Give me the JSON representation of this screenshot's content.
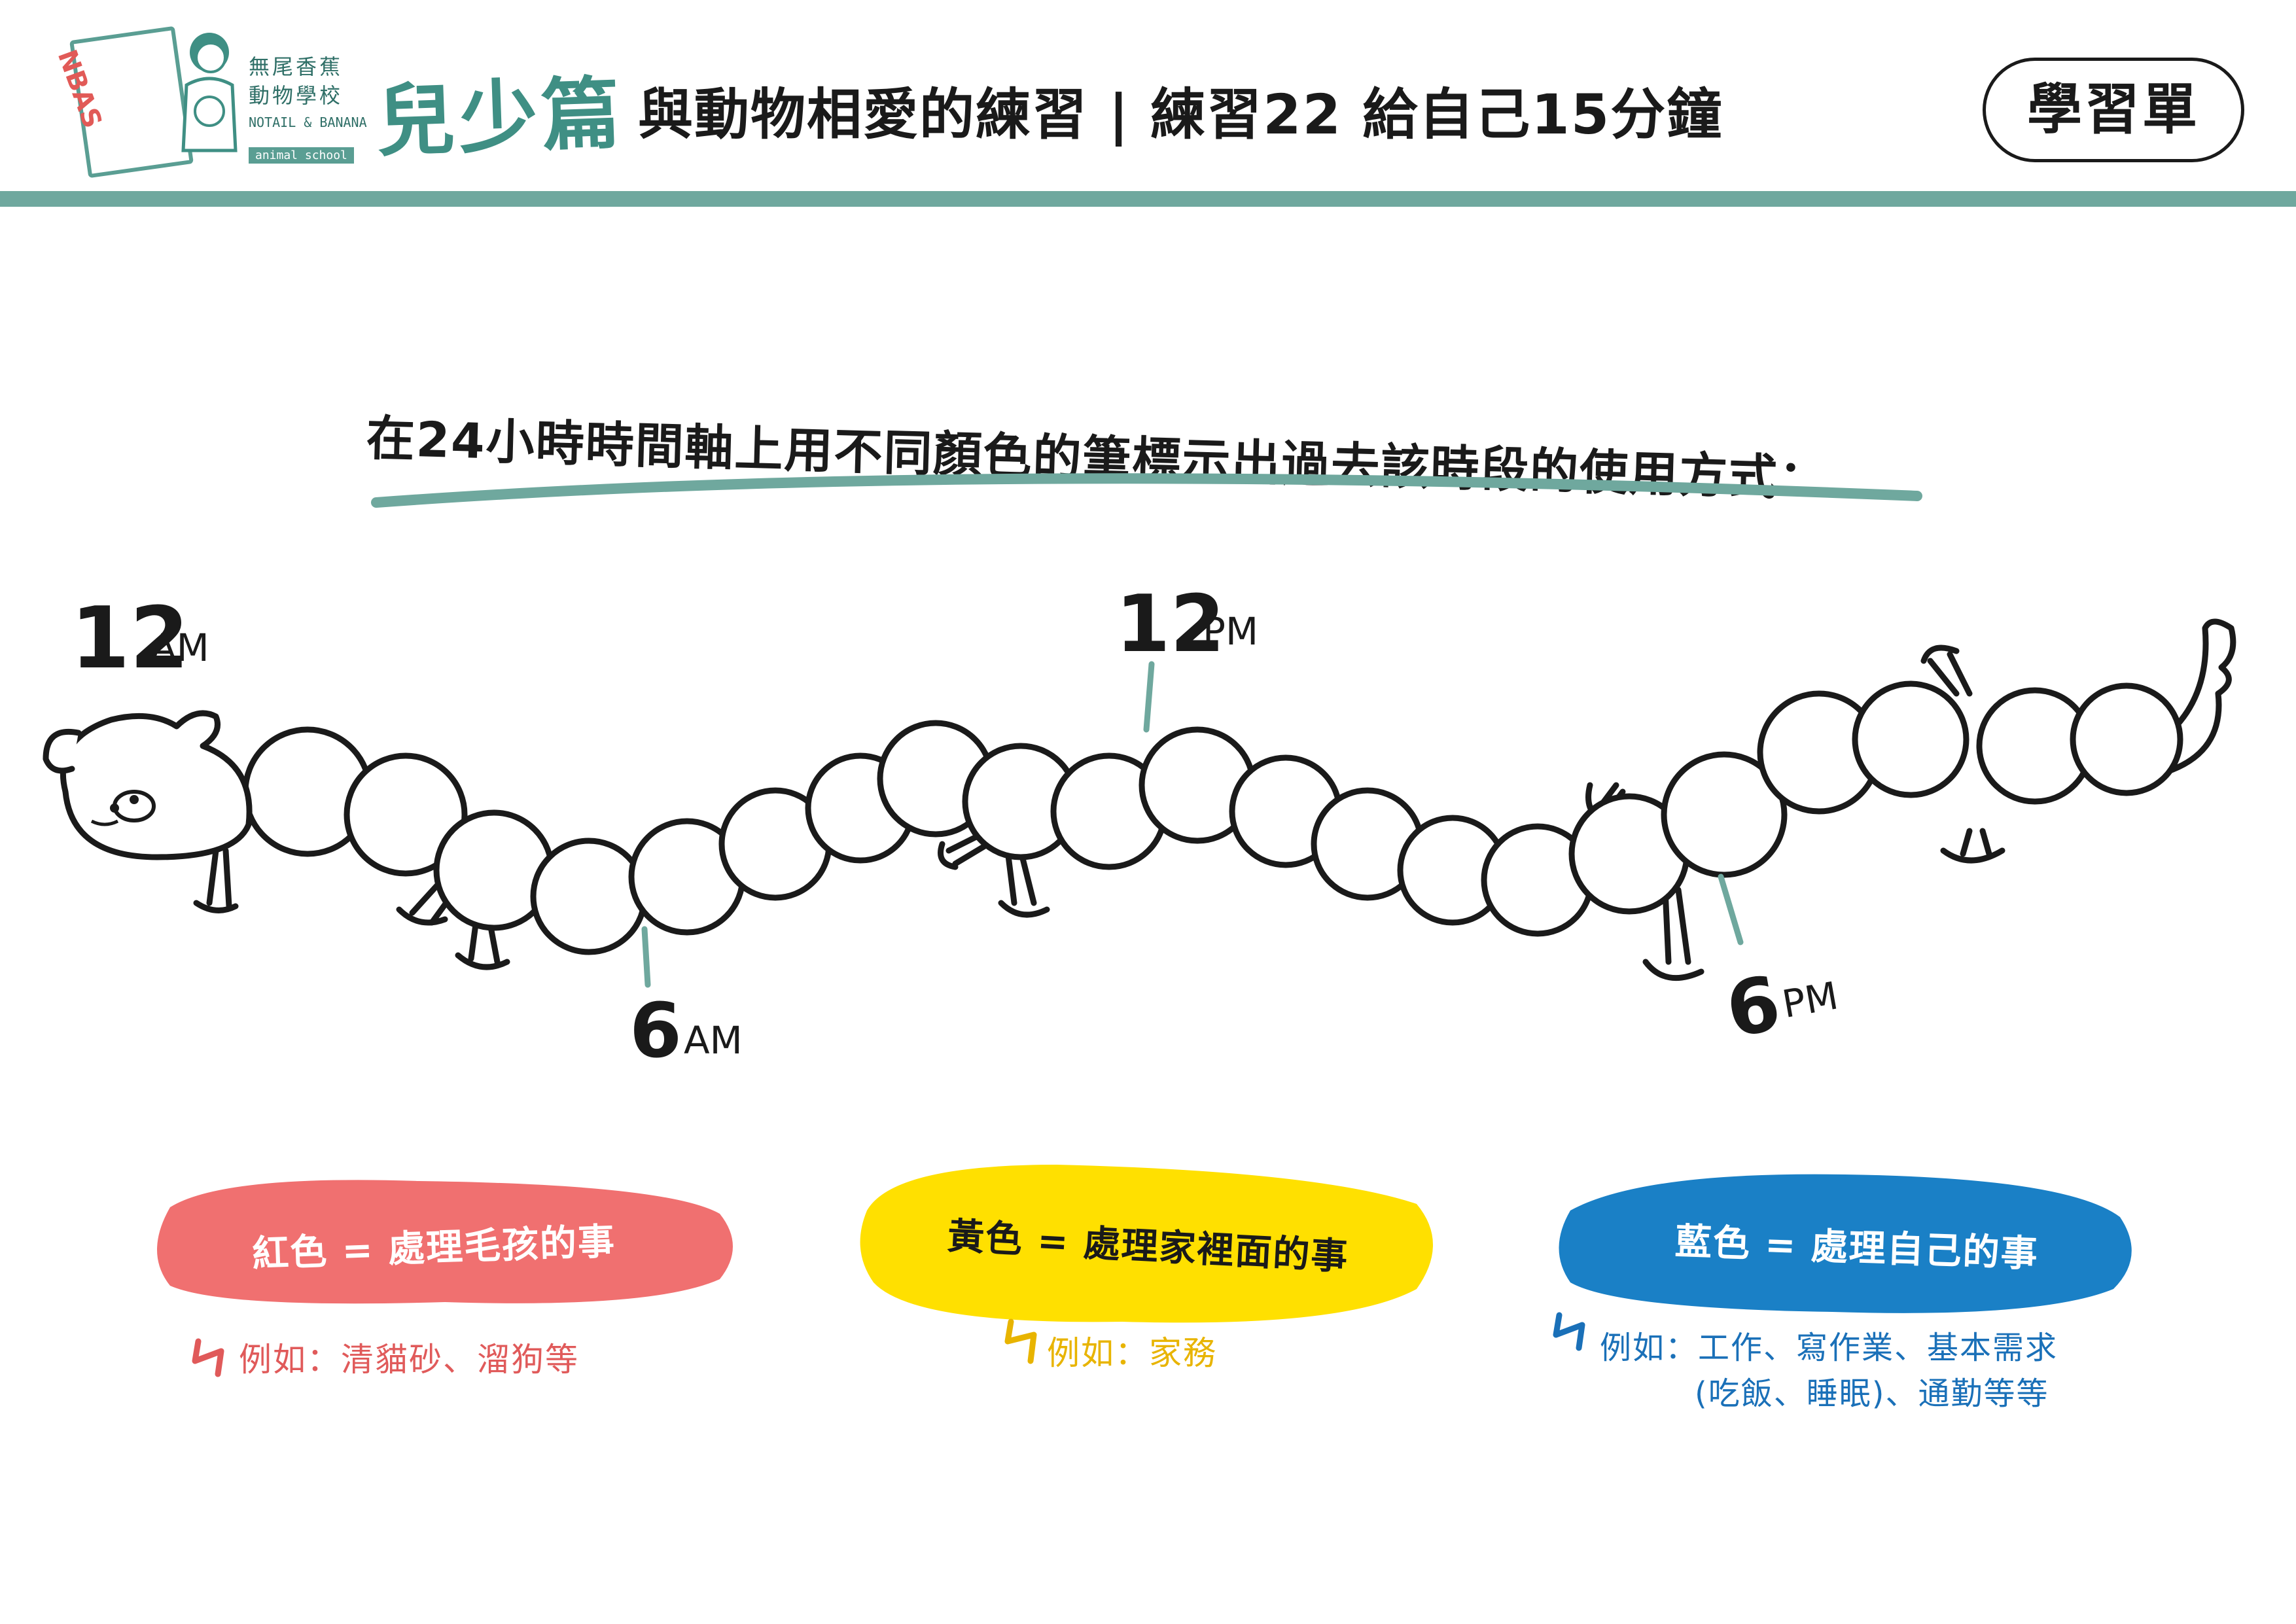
{
  "header": {
    "logo": {
      "book_text": "NBAS",
      "name_line1": "無尾香蕉",
      "name_line2": "動物學校",
      "en_line1": "NOTAIL & BANANA",
      "en_line2": "animal school"
    },
    "brand": "兒少篇",
    "title": "與動物相愛的練習 | 練習22  給自己15分鐘",
    "badge": "學習單"
  },
  "instruction": "在24小時時間軸上用不同顏色的筆標示出過去該時段的使用方式：",
  "timeline": {
    "markers": [
      {
        "number": "12",
        "suffix": "AM"
      },
      {
        "number": "6",
        "suffix": "AM"
      },
      {
        "number": "12",
        "suffix": "PM"
      },
      {
        "number": "6",
        "suffix": "PM"
      }
    ]
  },
  "legend": [
    {
      "label": "紅色 = 處理毛孩的事",
      "note": "例如：清貓砂、溜狗等",
      "note2": "",
      "color": "#f07070",
      "note_color": "#e05a5a"
    },
    {
      "label": "黃色 = 處理家裡面的事",
      "note": "例如：家務",
      "note2": "",
      "color": "#ffe000",
      "note_color": "#e8b400"
    },
    {
      "label": "藍色 = 處理自己的事",
      "note": "例如：工作、寫作業、基本需求",
      "note2": "(吃飯、睡眠)、通勤等等",
      "color": "#1a80c6",
      "note_color": "#1a70b8"
    }
  ],
  "colors": {
    "teal": "#6fa89e",
    "text": "#1a1a1a"
  }
}
